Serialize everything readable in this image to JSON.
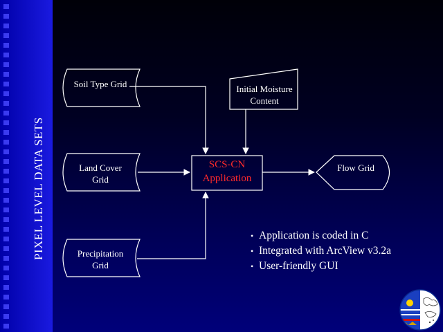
{
  "sidebar": {
    "title": "PIXEL LEVEL DATA SETS"
  },
  "diagram": {
    "inputs": [
      {
        "id": "soil",
        "label": "Soil Type Grid"
      },
      {
        "id": "landcover",
        "label": "Land Cover Grid"
      },
      {
        "id": "precip",
        "label": "Precipitation Grid"
      }
    ],
    "moisture": {
      "label": "Initial Moisture Content"
    },
    "application": {
      "label": "SCS-CN Application"
    },
    "output": {
      "label": "Flow Grid"
    }
  },
  "bullets": [
    "Application is coded in C",
    "Integrated with ArcView v3.2a",
    "User-friendly GUI"
  ],
  "colors": {
    "background": "#000044",
    "sidebar": "#1010cc",
    "application_text": "#ff2a2a",
    "lines": "#ffffff"
  },
  "icons": {
    "logo": "globe-logo-icon"
  }
}
